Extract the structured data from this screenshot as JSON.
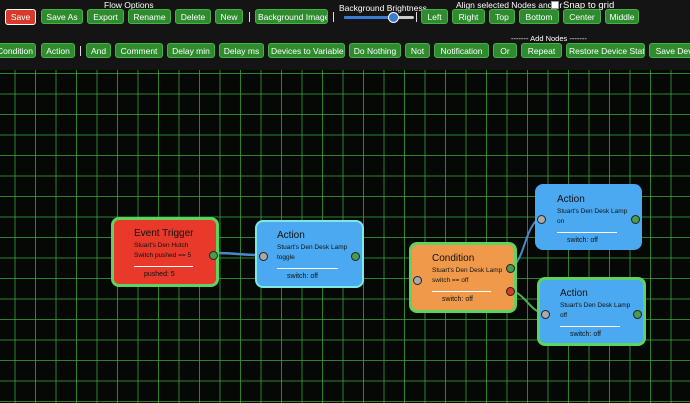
{
  "toolbar": {
    "flow_options_label": "Flow Options",
    "brightness_label": "Background Brightness",
    "brightness_value": 0.7,
    "align_label": "Align selected Nodes and/or",
    "snap_label": "Snap to grid",
    "add_nodes_label": "------- Add Nodes -------",
    "row1_buttons": [
      "Save",
      "Save As",
      "Export",
      "Rename",
      "Delete",
      "New",
      "Background Image"
    ],
    "align_buttons": [
      "Left",
      "Right",
      "Top",
      "Bottom",
      "Center",
      "Middle"
    ],
    "row2_buttons": [
      "Condition",
      "Action",
      "And",
      "Comment",
      "Delay min",
      "Delay ms",
      "Devices to Variable",
      "Do Nothing",
      "Not",
      "Notification",
      "Or",
      "Repeat",
      "Restore Device State",
      "Save Dev"
    ]
  },
  "nodes": {
    "trigger": {
      "title": "Event Trigger",
      "lines": [
        "Stuart's Den Hutch",
        "Switch pushed == 5"
      ],
      "status": "pushed: 5"
    },
    "action1": {
      "title": "Action",
      "lines": [
        "Stuart's Den Desk Lamp",
        "toggle"
      ],
      "status": "switch: off"
    },
    "condition": {
      "title": "Condition",
      "lines": [
        "Stuart's Den Desk Lamp",
        "switch == off"
      ],
      "status": "switch: off"
    },
    "action2": {
      "title": "Action",
      "lines": [
        "Stuart's Den Desk Lamp",
        "on"
      ],
      "status": "switch: off"
    },
    "action3": {
      "title": "Action",
      "lines": [
        "Stuart's Den Desk Lamp",
        "off"
      ],
      "status": "switch: off"
    }
  },
  "colors": {
    "trigger": "#e8392b",
    "action": "#4aa9f0",
    "condition": "#f1994a",
    "button": "#2e8b2e",
    "save_button": "#d63a2a",
    "border_green": "#5fd35f",
    "border_teal": "#7fe8e0",
    "grid": "#3caa3c",
    "wire_blue": "#4a89c8",
    "wire_green": "#4caf50"
  }
}
